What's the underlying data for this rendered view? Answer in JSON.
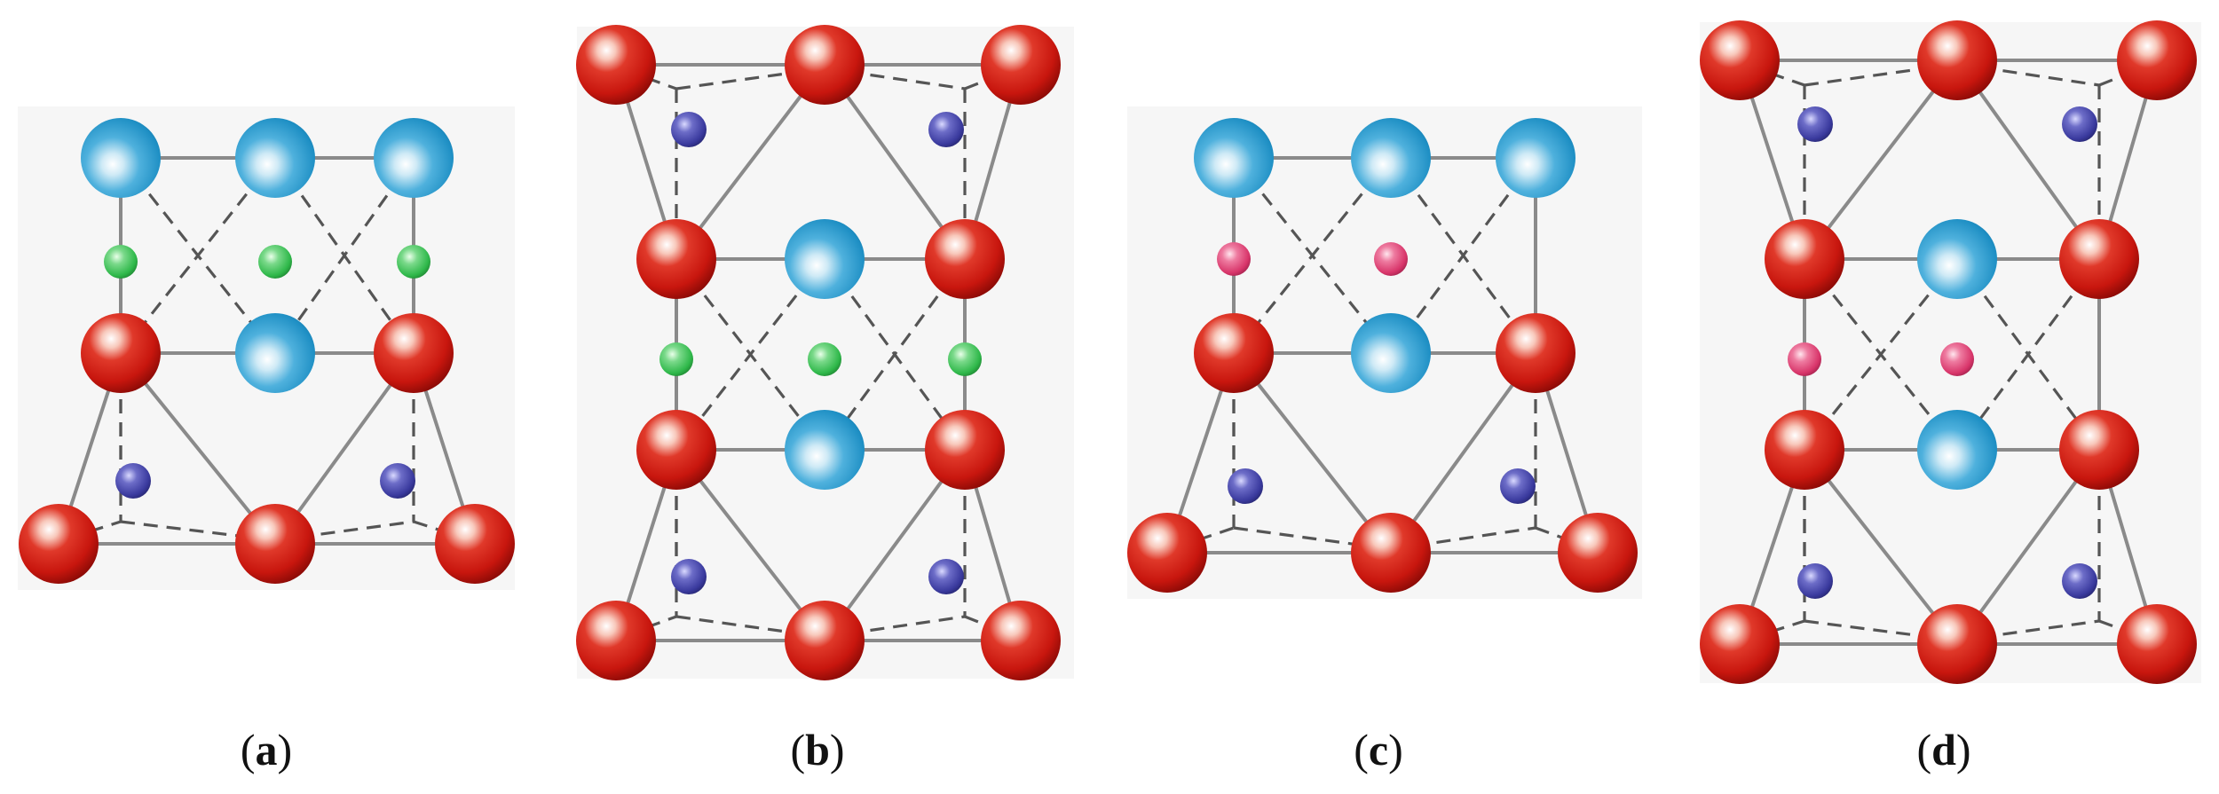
{
  "figure": {
    "panels": [
      {
        "id": "a",
        "caption": {
          "open": "(",
          "letter": "a",
          "close": ")"
        },
        "layers": [
          "blue-layer",
          "green-ion-layer",
          "mixed-red-blue-layer",
          "red-base-layer"
        ]
      },
      {
        "id": "b",
        "caption": {
          "open": "(",
          "letter": "b",
          "close": ")"
        },
        "layers": [
          "red-top-layer",
          "mixed-red-blue-layer",
          "green-ion-layer",
          "mixed-red-blue-layer",
          "red-base-layer"
        ]
      },
      {
        "id": "c",
        "caption": {
          "open": "(",
          "letter": "c",
          "close": ")"
        },
        "layers": [
          "blue-layer",
          "pink-ion-layer",
          "mixed-red-blue-layer",
          "red-base-layer"
        ]
      },
      {
        "id": "d",
        "caption": {
          "open": "(",
          "letter": "d",
          "close": ")"
        },
        "layers": [
          "red-top-layer",
          "mixed-red-blue-layer",
          "pink-ion-layer",
          "mixed-red-blue-layer",
          "red-base-layer"
        ]
      }
    ],
    "atom_colors": {
      "red": "#c8160e",
      "blue": "#1e8fc4",
      "green": "#2fb84a",
      "pink": "#d8356a",
      "purple": "#3a3a9e"
    },
    "bond_colors": {
      "solid": "#8a8a8a",
      "dashed": "#555555"
    }
  }
}
